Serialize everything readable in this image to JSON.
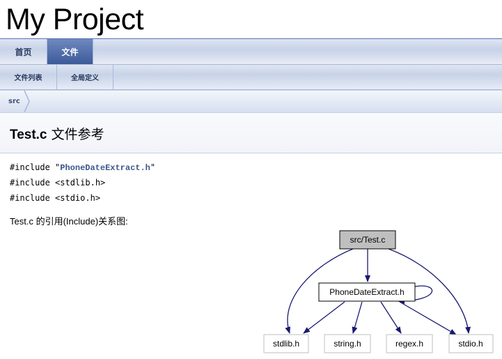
{
  "project": {
    "name": "My Project"
  },
  "nav_main": {
    "tabs": [
      {
        "label": "首页"
      },
      {
        "label": "文件",
        "active": true
      }
    ]
  },
  "nav_sub": {
    "tabs": [
      {
        "label": "文件列表"
      },
      {
        "label": "全局定义"
      }
    ]
  },
  "breadcrumb": {
    "item": "src"
  },
  "page": {
    "file": "Test.c",
    "suffix": "文件参考"
  },
  "includes": [
    {
      "directive": "#include ",
      "open": "\"",
      "target": "PhoneDateExtract.h",
      "close": "\"",
      "is_link": true
    },
    {
      "directive": "#include ",
      "text": "<stdlib.h>"
    },
    {
      "directive": "#include ",
      "text": "<stdio.h>"
    }
  ],
  "graph": {
    "caption": "Test.c 的引用(Include)关系图:",
    "nodes": {
      "root": "src/Test.c",
      "phone": "PhoneDateExtract.h",
      "stdlib": "stdlib.h",
      "string": "string.h",
      "regex": "regex.h",
      "stdio": "stdio.h"
    },
    "colors": {
      "root_fill": "#bfbfbf",
      "edge": "#191970",
      "leaf_border": "#bfbfbf"
    }
  }
}
